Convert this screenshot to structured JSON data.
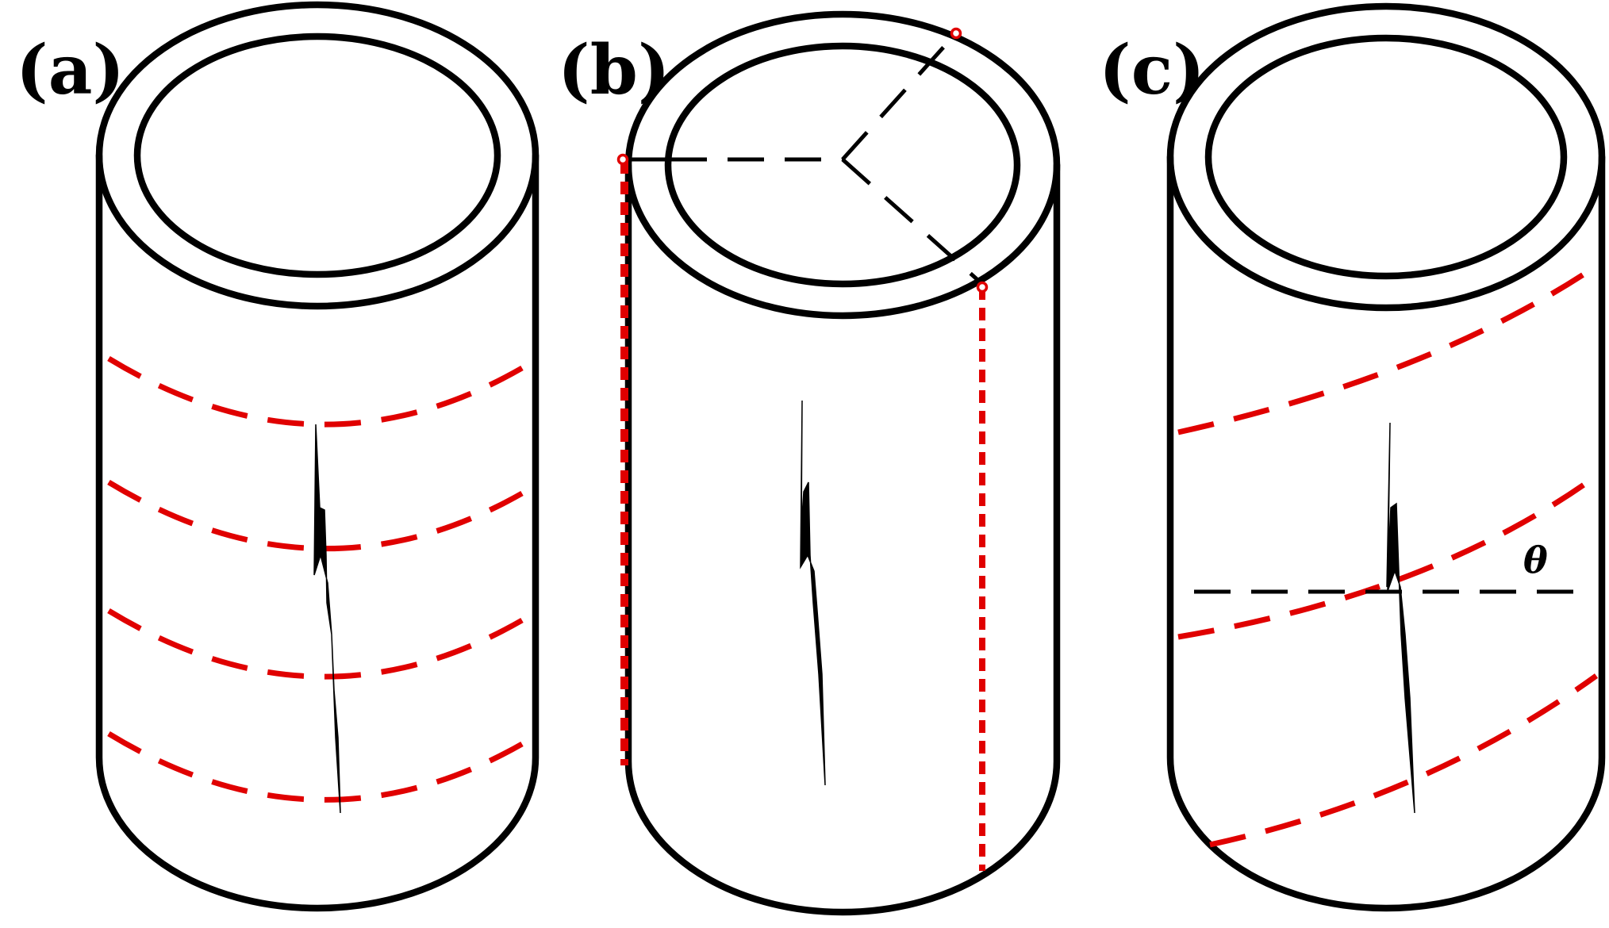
{
  "panels": [
    {
      "label": "(a)"
    },
    {
      "label": "(b)"
    },
    {
      "label": "(c)"
    }
  ],
  "angle_symbol": "θ",
  "colors": {
    "outline": "#000000",
    "dashed_line": "#e00000",
    "background": "#ffffff"
  }
}
